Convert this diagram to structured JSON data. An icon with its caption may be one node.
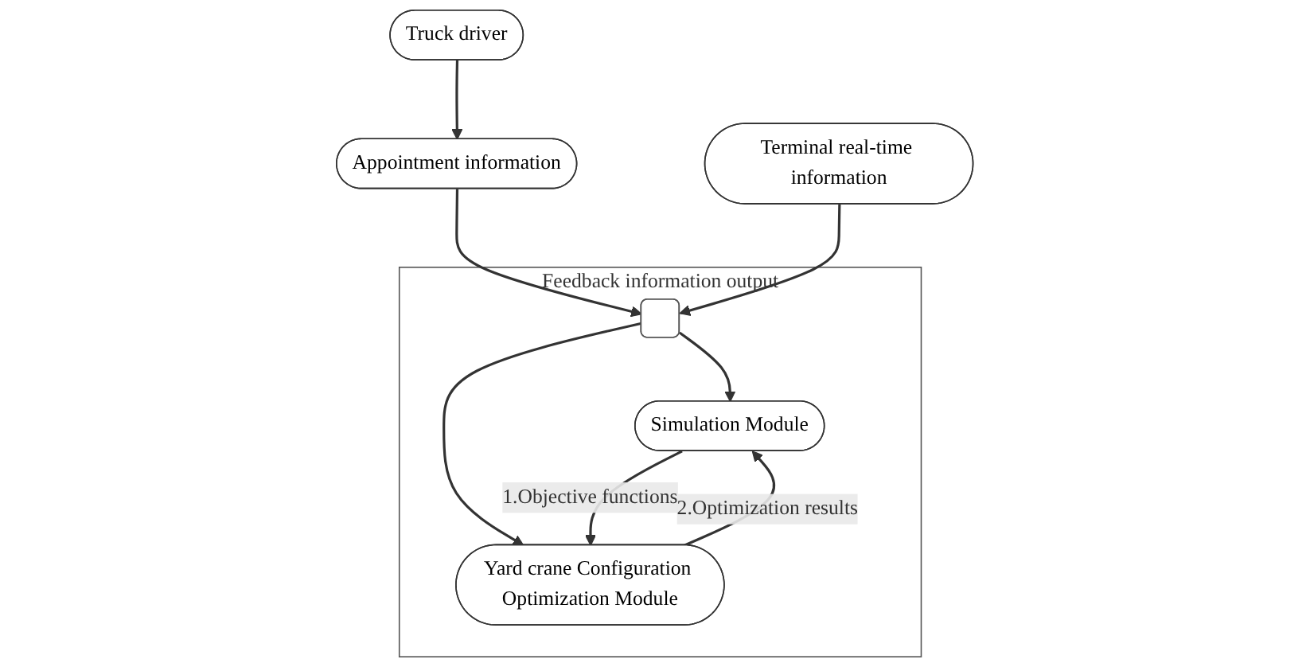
{
  "diagram": {
    "nodes": [
      {
        "text": [
          "Appointment information"
        ]
      },
      {
        "text": [
          "Terminal real-time information"
        ]
      },
      {
        "text": [
          "Feedback information output"
        ]
      },
      {
        "text": [],
        "shape": "bar",
        "in": 2
      },
      {
        "text": [
          "Simulation Module"
        ],
        "in": 2
      },
      {
        "text": [
          "Yard crane Configuration Optimization Module"
        ],
        "in": 2
      },
      {
        "text": [
          "Truck driver"
        ]
      }
    ],
    "edges": [
      {
        "from": 0,
        "to": 3,
        "arrow": "to"
      },
      {
        "from": 1,
        "to": 3,
        "arrow": "to"
      },
      {
        "from": 3,
        "to": 4,
        "arrow": "to"
      },
      {
        "from": 3,
        "to": 5,
        "arrow": "to"
      },
      {
        "from": 4,
        "to": 5,
        "arrow": "to",
        "label": "1.Objective functions"
      },
      {
        "from": 5,
        "to": 4,
        "arrow": "to",
        "label": "2.Optimization results"
      },
      {
        "from": 6,
        "to": 0,
        "arrow": "to"
      }
    ]
  }
}
